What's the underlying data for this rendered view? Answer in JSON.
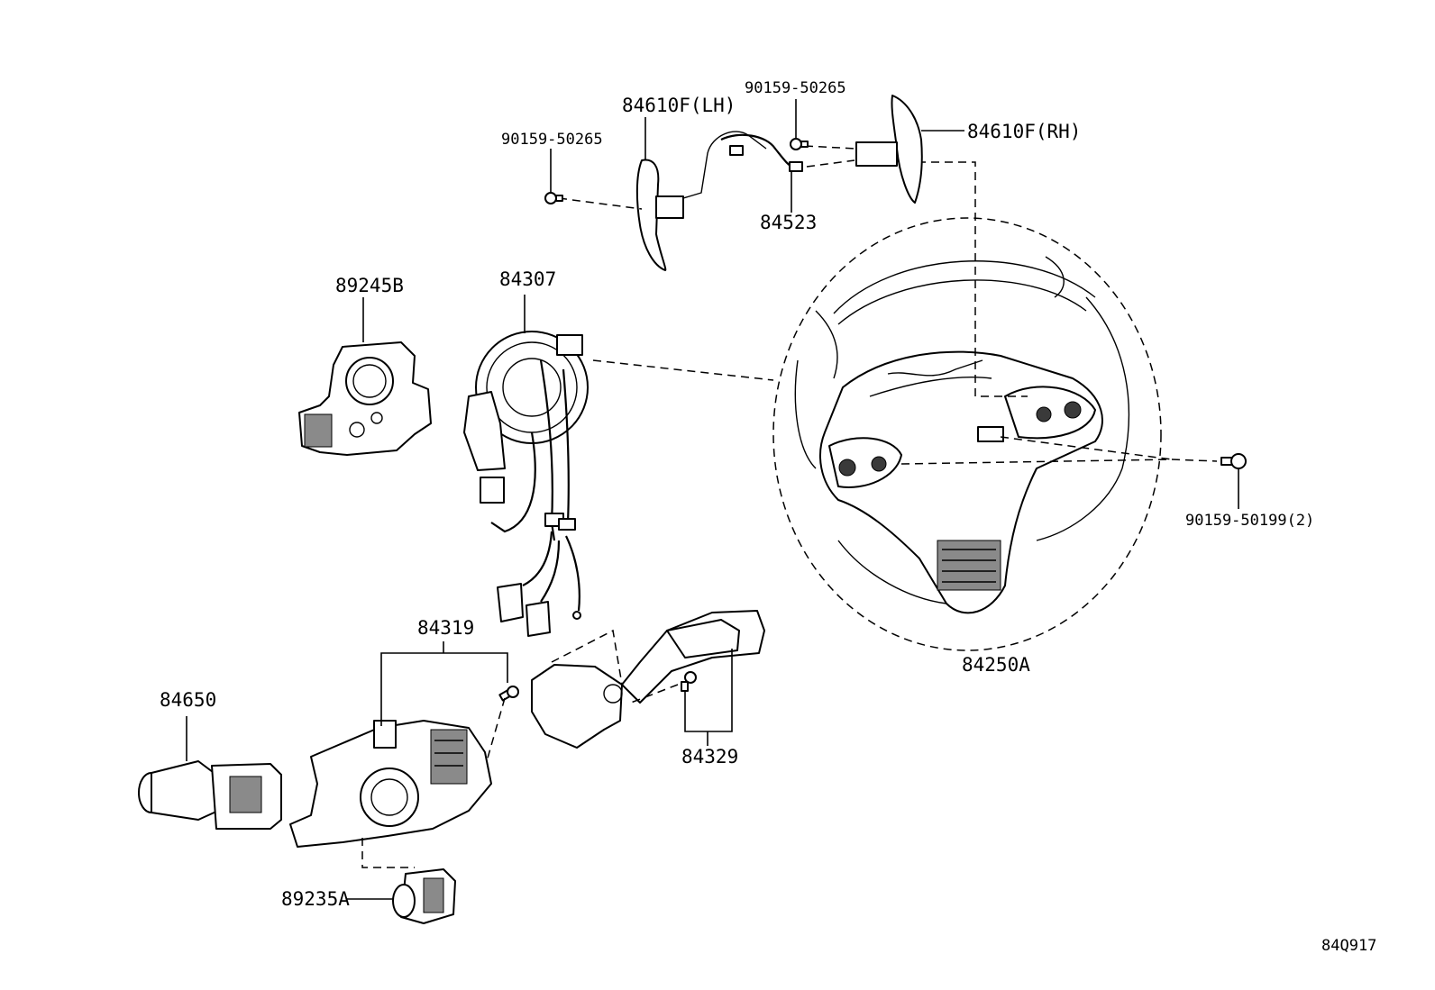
{
  "labels": {
    "p84610f_lh": "84610F(LH)",
    "p84610f_rh": "84610F(RH)",
    "p90159_50265_a": "90159-50265",
    "p90159_50265_b": "90159-50265",
    "p84523": "84523",
    "p89245b": "89245B",
    "p84307": "84307",
    "p90159_50199": "90159-50199(2)",
    "p84250a": "84250A",
    "p84319": "84319",
    "p84650": "84650",
    "p84329": "84329",
    "p89235a": "89235A",
    "diagram_code": "84Q917"
  }
}
